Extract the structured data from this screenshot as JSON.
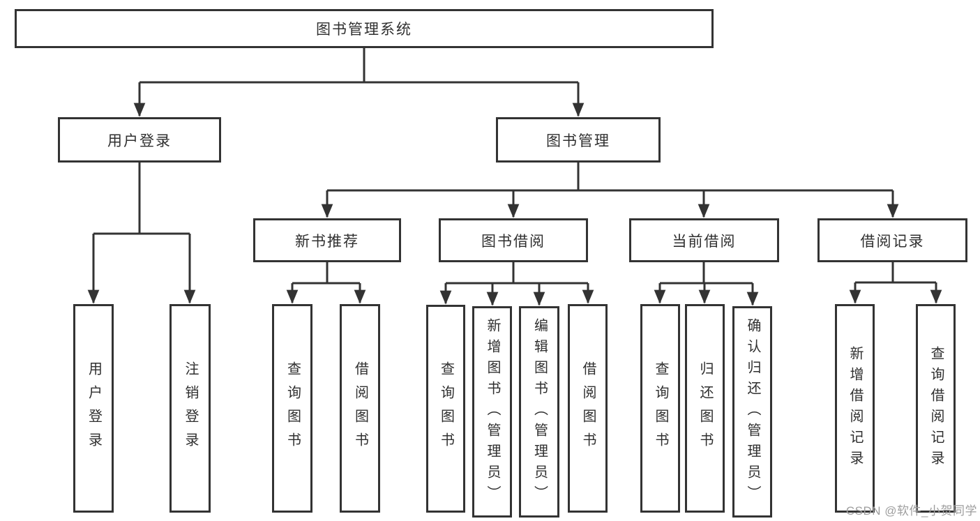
{
  "diagram": {
    "colors": {
      "line": "#333333",
      "box_border": "#333333",
      "box_bg": "#ffffff",
      "text": "#2f2f2f",
      "watermark": "#9e9e9e"
    },
    "tree": {
      "root": {
        "label": "图书管理系统"
      },
      "user_login": {
        "label": "用户登录",
        "children": [
          {
            "label": "用户登录"
          },
          {
            "label": "注销登录"
          }
        ]
      },
      "book_mgmt": {
        "label": "图书管理",
        "modules": {
          "new_book_rec": {
            "label": "新书推荐",
            "children": [
              {
                "label": "查询图书"
              },
              {
                "label": "借阅图书"
              }
            ]
          },
          "book_borrow": {
            "label": "图书借阅",
            "children": [
              {
                "label": "查询图书"
              },
              {
                "label": "新增图书（管理员）"
              },
              {
                "label": "编辑图书（管理员）"
              },
              {
                "label": "借阅图书"
              }
            ]
          },
          "current_borrow": {
            "label": "当前借阅",
            "children": [
              {
                "label": "查询图书"
              },
              {
                "label": "归还图书"
              },
              {
                "label": "确认归还（管理员）"
              }
            ]
          },
          "borrow_records": {
            "label": "借阅记录",
            "children": [
              {
                "label": "新增借阅记录"
              },
              {
                "label": "查询借阅记录"
              }
            ]
          }
        }
      }
    },
    "watermark": "CSDN @软件_小贺同学"
  }
}
